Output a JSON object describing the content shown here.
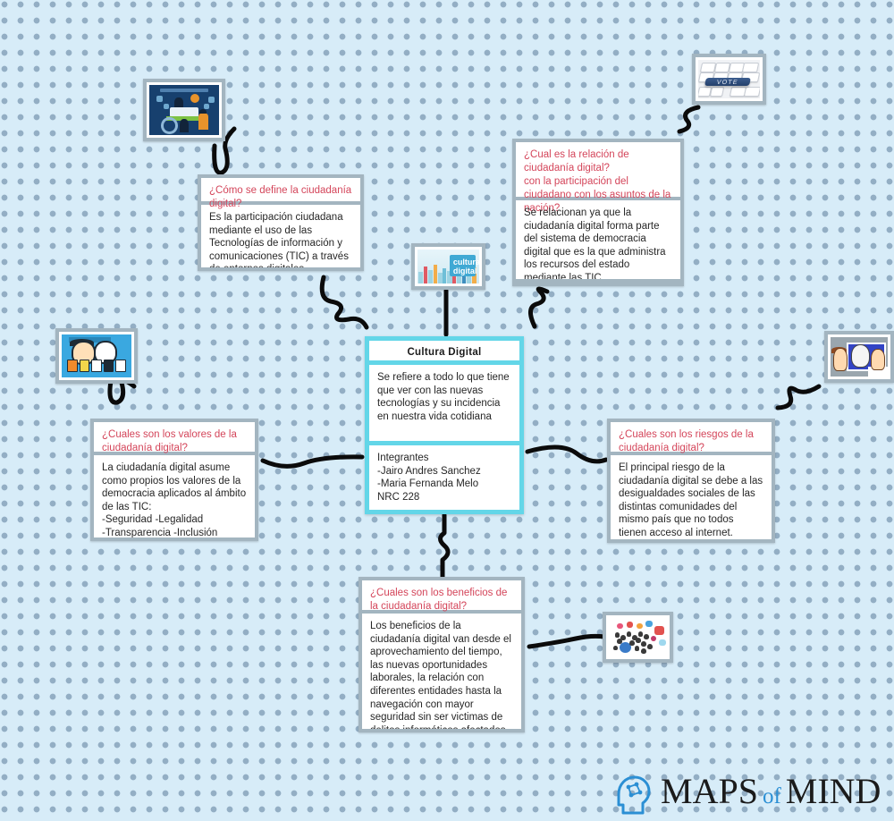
{
  "theme": {
    "background_color": "#d7ecf8",
    "dot_color": "#93aec4",
    "node_frame_color": "#a3b5c0",
    "central_frame_color": "#63d6e8",
    "question_text_color": "#d4455a",
    "body_text_color": "#262626",
    "connector_color": "#000000"
  },
  "central_node": {
    "title": "Cultura Digital",
    "definition": "Se refiere a todo lo que tiene que ver con las nuevas tecnologías y su incidencia en nuestra vida cotidiana",
    "members_heading": "Integrantes",
    "members": [
      "-Jairo Andres Sanchez",
      "-Maria Fernanda Melo",
      "NRC 228"
    ],
    "members_block": "Integrantes\n-Jairo Andres Sanchez\n-Maria Fernanda Melo\nNRC 228"
  },
  "nodes": [
    {
      "id": "definicion",
      "question": "¿Cómo se define la ciudadanía digital?",
      "answer": "Es la participación ciudadana mediante el uso de las Tecnologías de información y comunicaciones (TIC) a través de entornos digitales"
    },
    {
      "id": "relacion",
      "question": "¿Cual es la relación de ciudadanía digital?\n con la participación del ciudadano con los asuntos de la nación?",
      "answer": "Se relacionan ya que la ciudadanía digital forma parte del sistema de democracia\ndigital que es la que administra los recursos del estado mediante las TIC"
    },
    {
      "id": "valores",
      "question": "¿Cuales son los valores de la ciudadanía digital?",
      "answer": "La ciudadanía digital asume como propios los valores de la democracia aplicados al ámbito de las TIC:\n-Seguridad -Legalidad\n-Transparencia -Inclusión\n-Etica"
    },
    {
      "id": "riesgos",
      "question": "¿Cuales son los riesgos de la ciudadanía digital?",
      "answer": "El principal riesgo de la ciudadanía digital se debe a las desigualdades sociales de las distintas comunidades del mismo país que no todos tienen acceso al internet."
    },
    {
      "id": "beneficios",
      "question": "¿Cuales son los beneficios de la ciudadanía digital?",
      "answer": "Los beneficios de la ciudadanía digital van desde el aprovechamiento del tiempo, las nuevas oportunidades laborales, la relación con diferentes entidades hasta la navegación con mayor seguridad sin ser victimas de delitos informáticos afectados la comodidad y calidad de vida de las"
    }
  ],
  "images": [
    {
      "id": "digital-citizenship",
      "name": "digital-citizenship-illustration-image"
    },
    {
      "id": "cultura-digital",
      "name": "cultura-digital-banner-image",
      "caption": "cultura digital"
    },
    {
      "id": "vote-keyboard",
      "name": "keyboard-vote-key-image",
      "caption": "VOTE"
    },
    {
      "id": "cartoon-masks",
      "name": "cartoon-faces-masks-image"
    },
    {
      "id": "monitor-mask",
      "name": "monitor-white-mask-image"
    },
    {
      "id": "social-icons",
      "name": "social-media-icons-cluster-image"
    }
  ],
  "logo": {
    "part1": "MAPS",
    "part2": "of",
    "part3": "MIND",
    "full": "MAPS of MIND",
    "icon": "head-network-icon"
  }
}
